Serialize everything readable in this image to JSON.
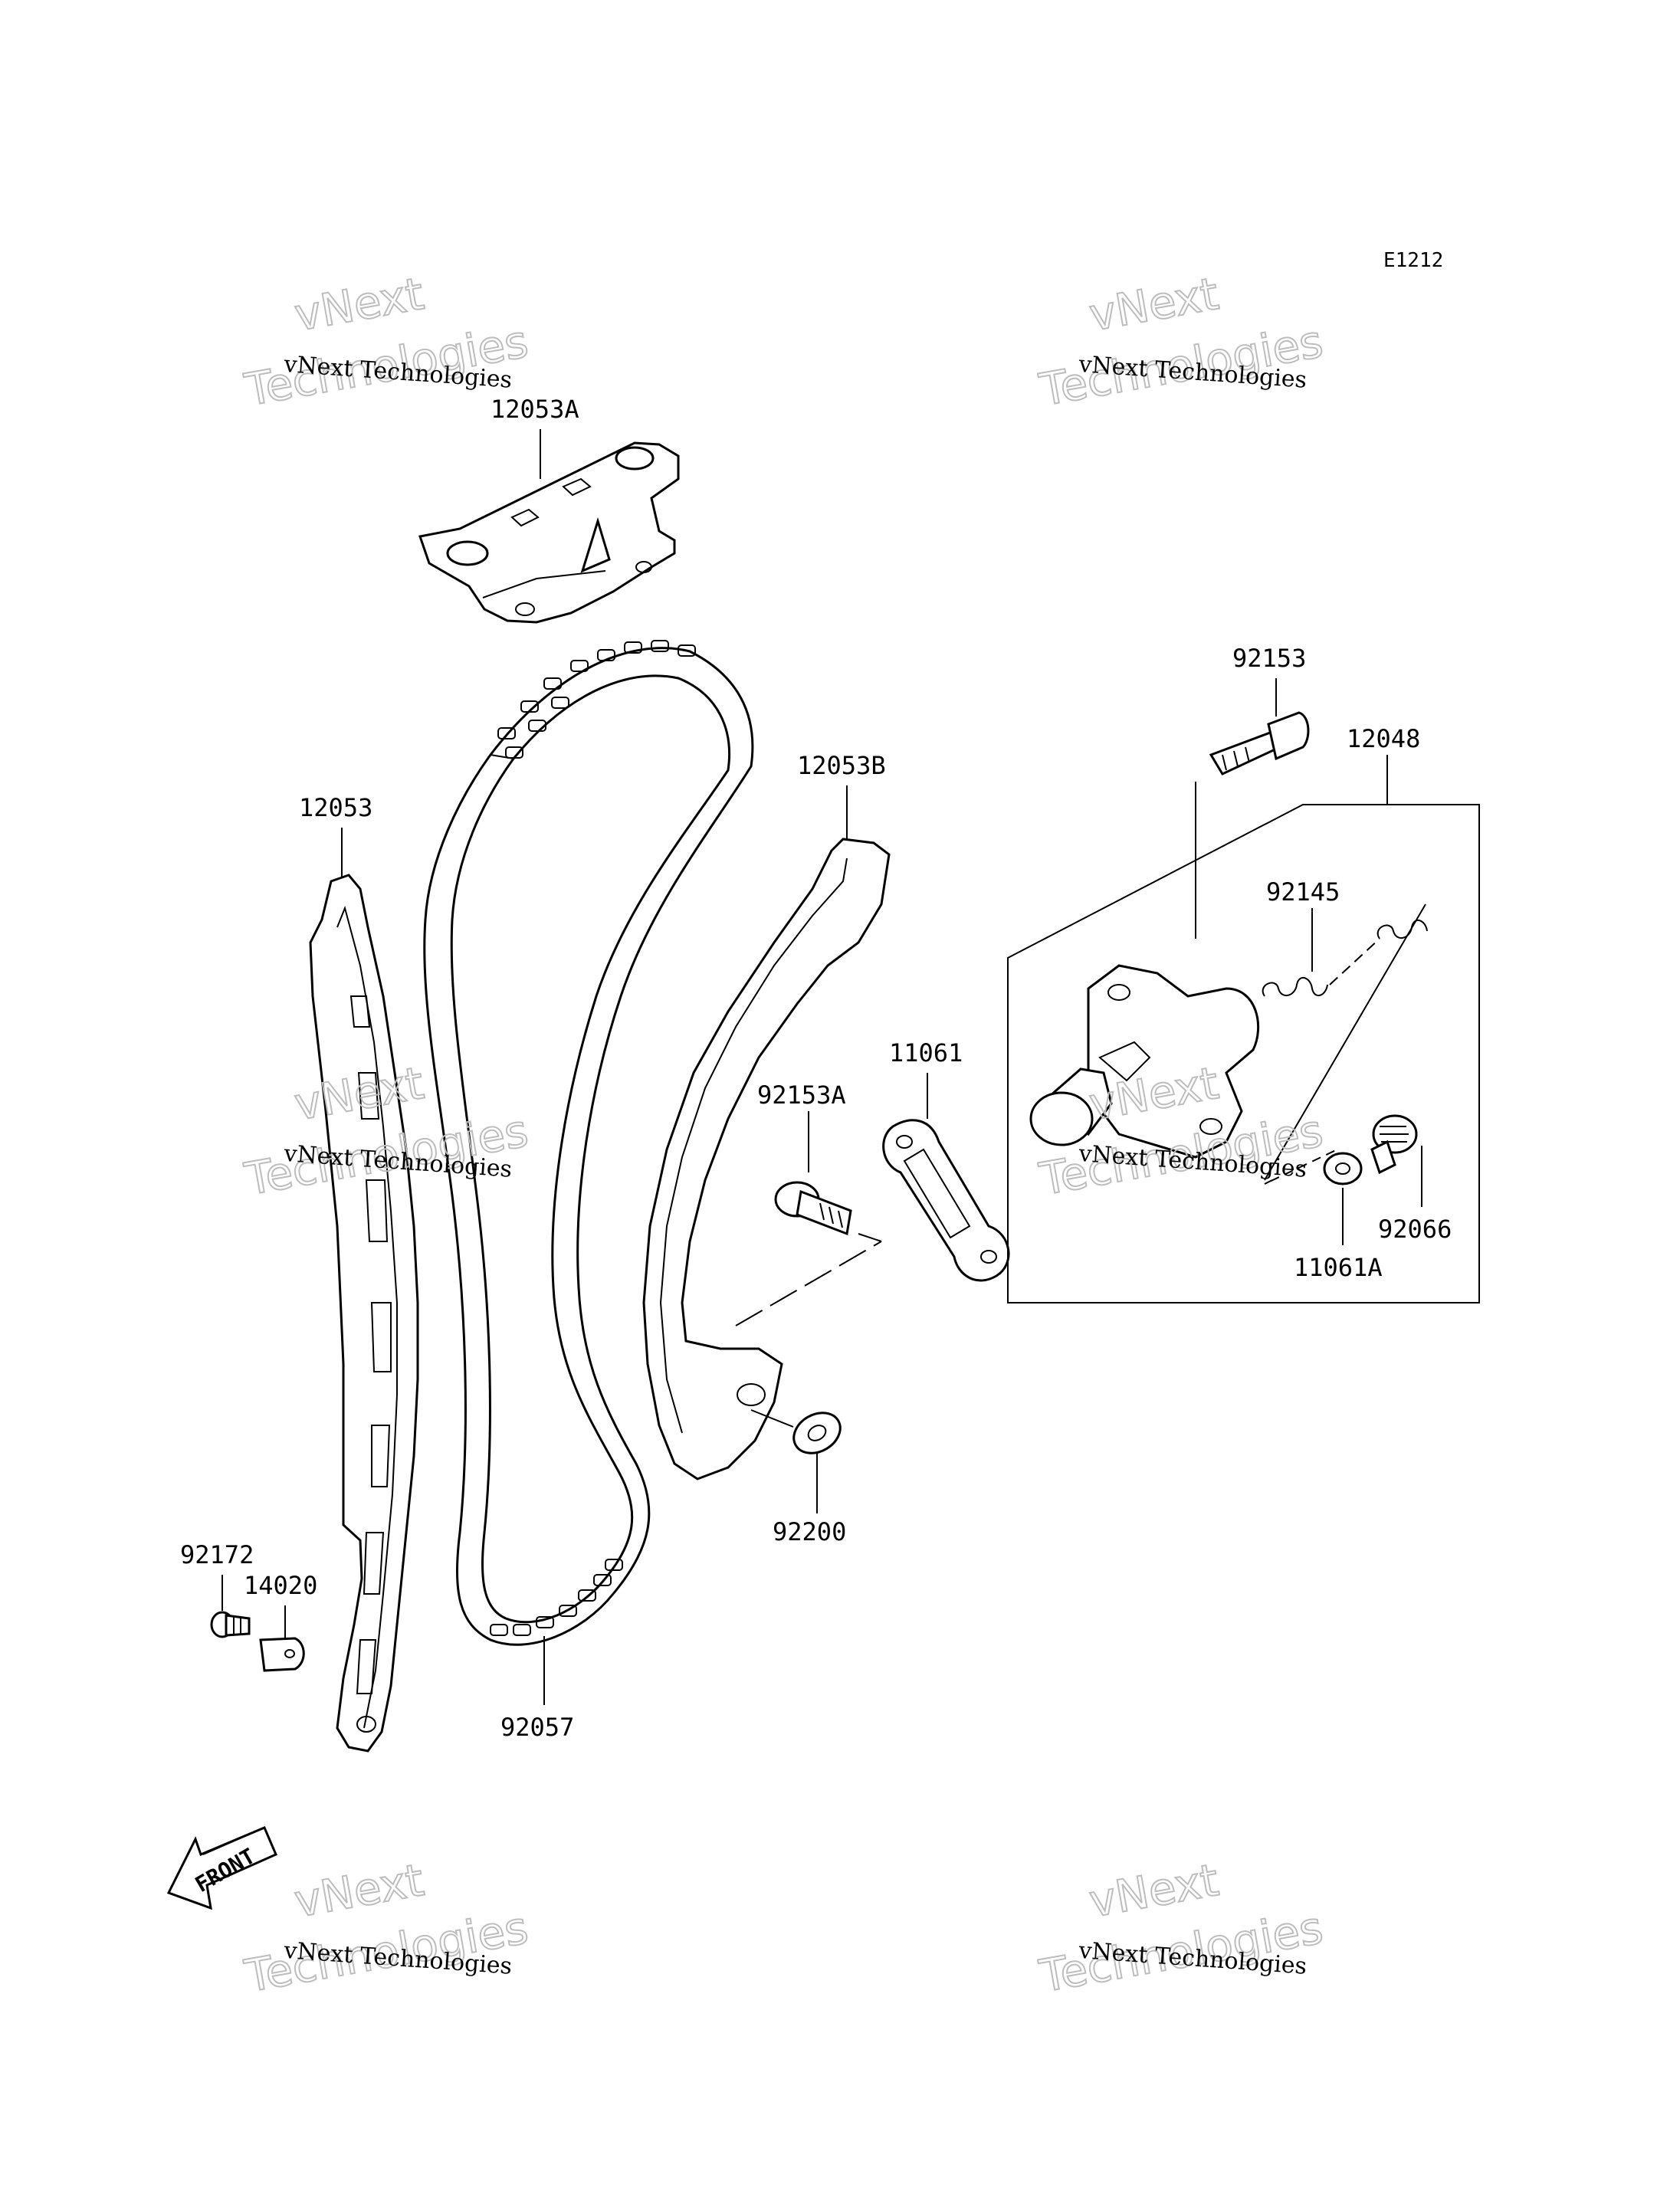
{
  "diagram": {
    "page_code": "E1212",
    "watermark": {
      "line1": "vNext Technologies",
      "big_line1": "vNext",
      "big_line2": "Technologies"
    },
    "front_marker": "FRONT",
    "parts": {
      "guide_top": "12053A",
      "guide_left": "12053",
      "guide_right": "12053B",
      "chain": "92057",
      "bolt_tensioner": "92153",
      "tensioner_assy": "12048",
      "spring": "92145",
      "gasket": "11061",
      "bolt_guide": "92153A",
      "washer_guide": "92200",
      "cap_bolt": "92066",
      "gasket_cap": "11061A",
      "screw": "92172",
      "plate": "14020"
    }
  }
}
